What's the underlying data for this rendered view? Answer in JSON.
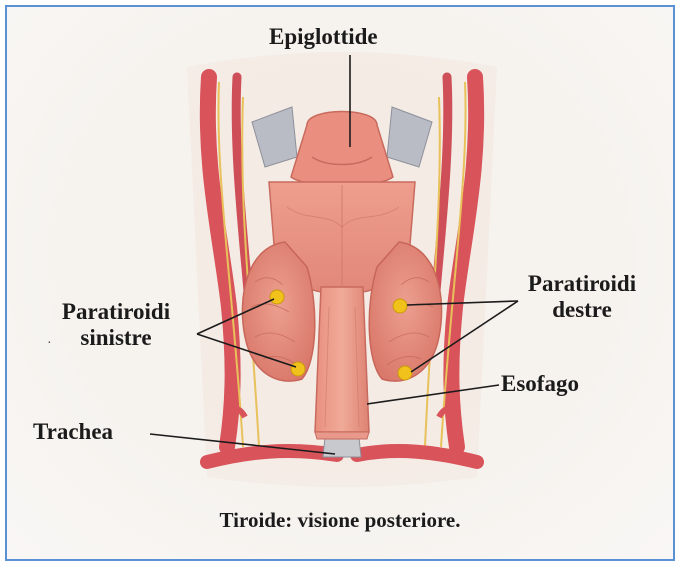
{
  "labels": {
    "epiglottis": "Epiglottide",
    "parathyroid_left_line1": "Paratiroidi",
    "parathyroid_left_line2": "sinistre",
    "parathyroid_right_line1": "Paratiroidi",
    "parathyroid_right_line2": "destre",
    "esophagus": "Esofago",
    "trachea": "Trachea"
  },
  "caption": "Tiroide: visione posteriore.",
  "colors": {
    "frame_border": "#5b8fd6",
    "tissue": "#e48a7a",
    "artery": "#d9535a",
    "nerve": "#e8c15a",
    "parathyroid": "#f2c21c",
    "cartilage": "#b9bcc4"
  }
}
